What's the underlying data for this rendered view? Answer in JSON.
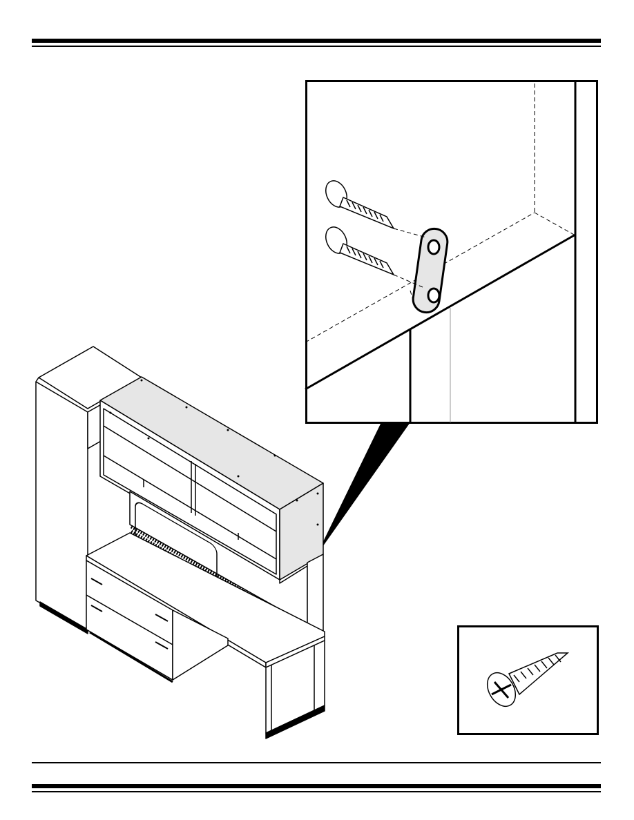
{
  "page": {
    "type": "assembly-instruction-page",
    "text": []
  },
  "illustrations": {
    "workstation": "desk-hutch-tower-illustration",
    "detail": "connector-plate-screw-detail",
    "hardware": "flat-head-phillips-screw-icon"
  }
}
